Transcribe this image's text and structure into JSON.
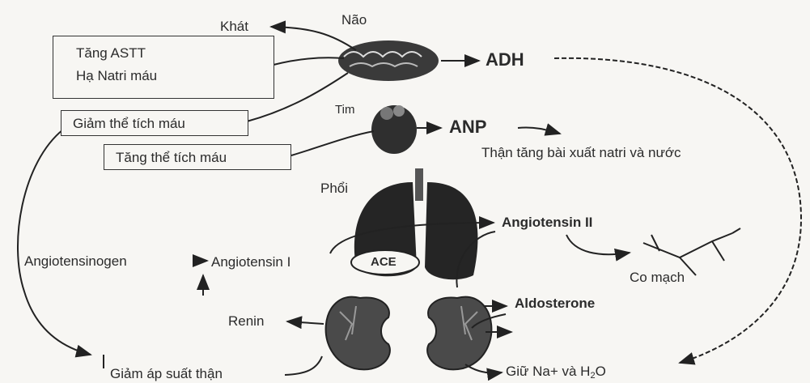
{
  "diagram": {
    "brain_label": "Não",
    "thirst_label": "Khát",
    "stimulus_box": {
      "line1": "Tăng ASTT",
      "line2": "Hạ Natri máu"
    },
    "adh_label": "ADH",
    "decrease_volume_box": "Giảm thể tích máu",
    "heart_label": "Tim",
    "anp_label": "ANP",
    "kidney_excretion_label": "Thận tăng bài xuất natri và nước",
    "increase_volume_box": "Tăng thể tích máu",
    "lung_label": "Phổi",
    "ace_label": "ACE",
    "angiotensin_ii_label": "Angiotensin II",
    "angiotensinogen_label": "Angiotensinogen",
    "angiotensin_i_label": "Angiotensin I",
    "vasoconstriction_label": "Co mạch",
    "aldosterone_label": "Aldosterone",
    "renin_label": "Renin",
    "renal_pressure_label": "Giảm áp suất thận",
    "retention_label_prefix": "Giữ Na+ và H",
    "retention_label_sub": "2",
    "retention_label_suffix": "O"
  }
}
